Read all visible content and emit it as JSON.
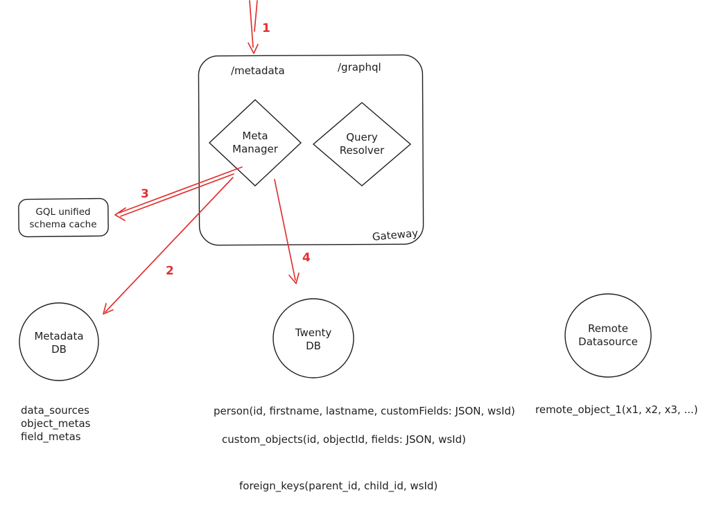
{
  "colors": {
    "ink": "#1e1e1e",
    "accent": "#e03131",
    "background": "#ffffff"
  },
  "gateway": {
    "label": "Gateway",
    "endpoints": {
      "metadata": "/metadata",
      "graphql": "/graphql"
    },
    "meta_manager": {
      "line1": "Meta",
      "line2": "Manager"
    },
    "query_resolver": {
      "line1": "Query",
      "line2": "Resolver"
    }
  },
  "schema_cache": {
    "line1": "GQL unified",
    "line2": "schema cache"
  },
  "databases": {
    "metadata_db": {
      "line1": "Metadata",
      "line2": "DB"
    },
    "twenty_db": {
      "line1": "Twenty",
      "line2": "DB"
    },
    "remote_datasource": {
      "line1": "Remote",
      "line2": "Datasource"
    }
  },
  "flow_steps": {
    "step1": "1",
    "step2": "2",
    "step3": "3",
    "step4": "4"
  },
  "schemas": {
    "metadata_db_tables": [
      "data_sources",
      "object_metas",
      "field_metas"
    ],
    "twenty_db_tables": [
      "person(id, firstname, lastname, customFields: JSON, wsId)",
      "custom_objects(id, objectId, fields: JSON, wsId)",
      "foreign_keys(parent_id, child_id, wsId)"
    ],
    "remote_tables": [
      "remote_object_1(x1, x2, x3, ...)"
    ]
  }
}
